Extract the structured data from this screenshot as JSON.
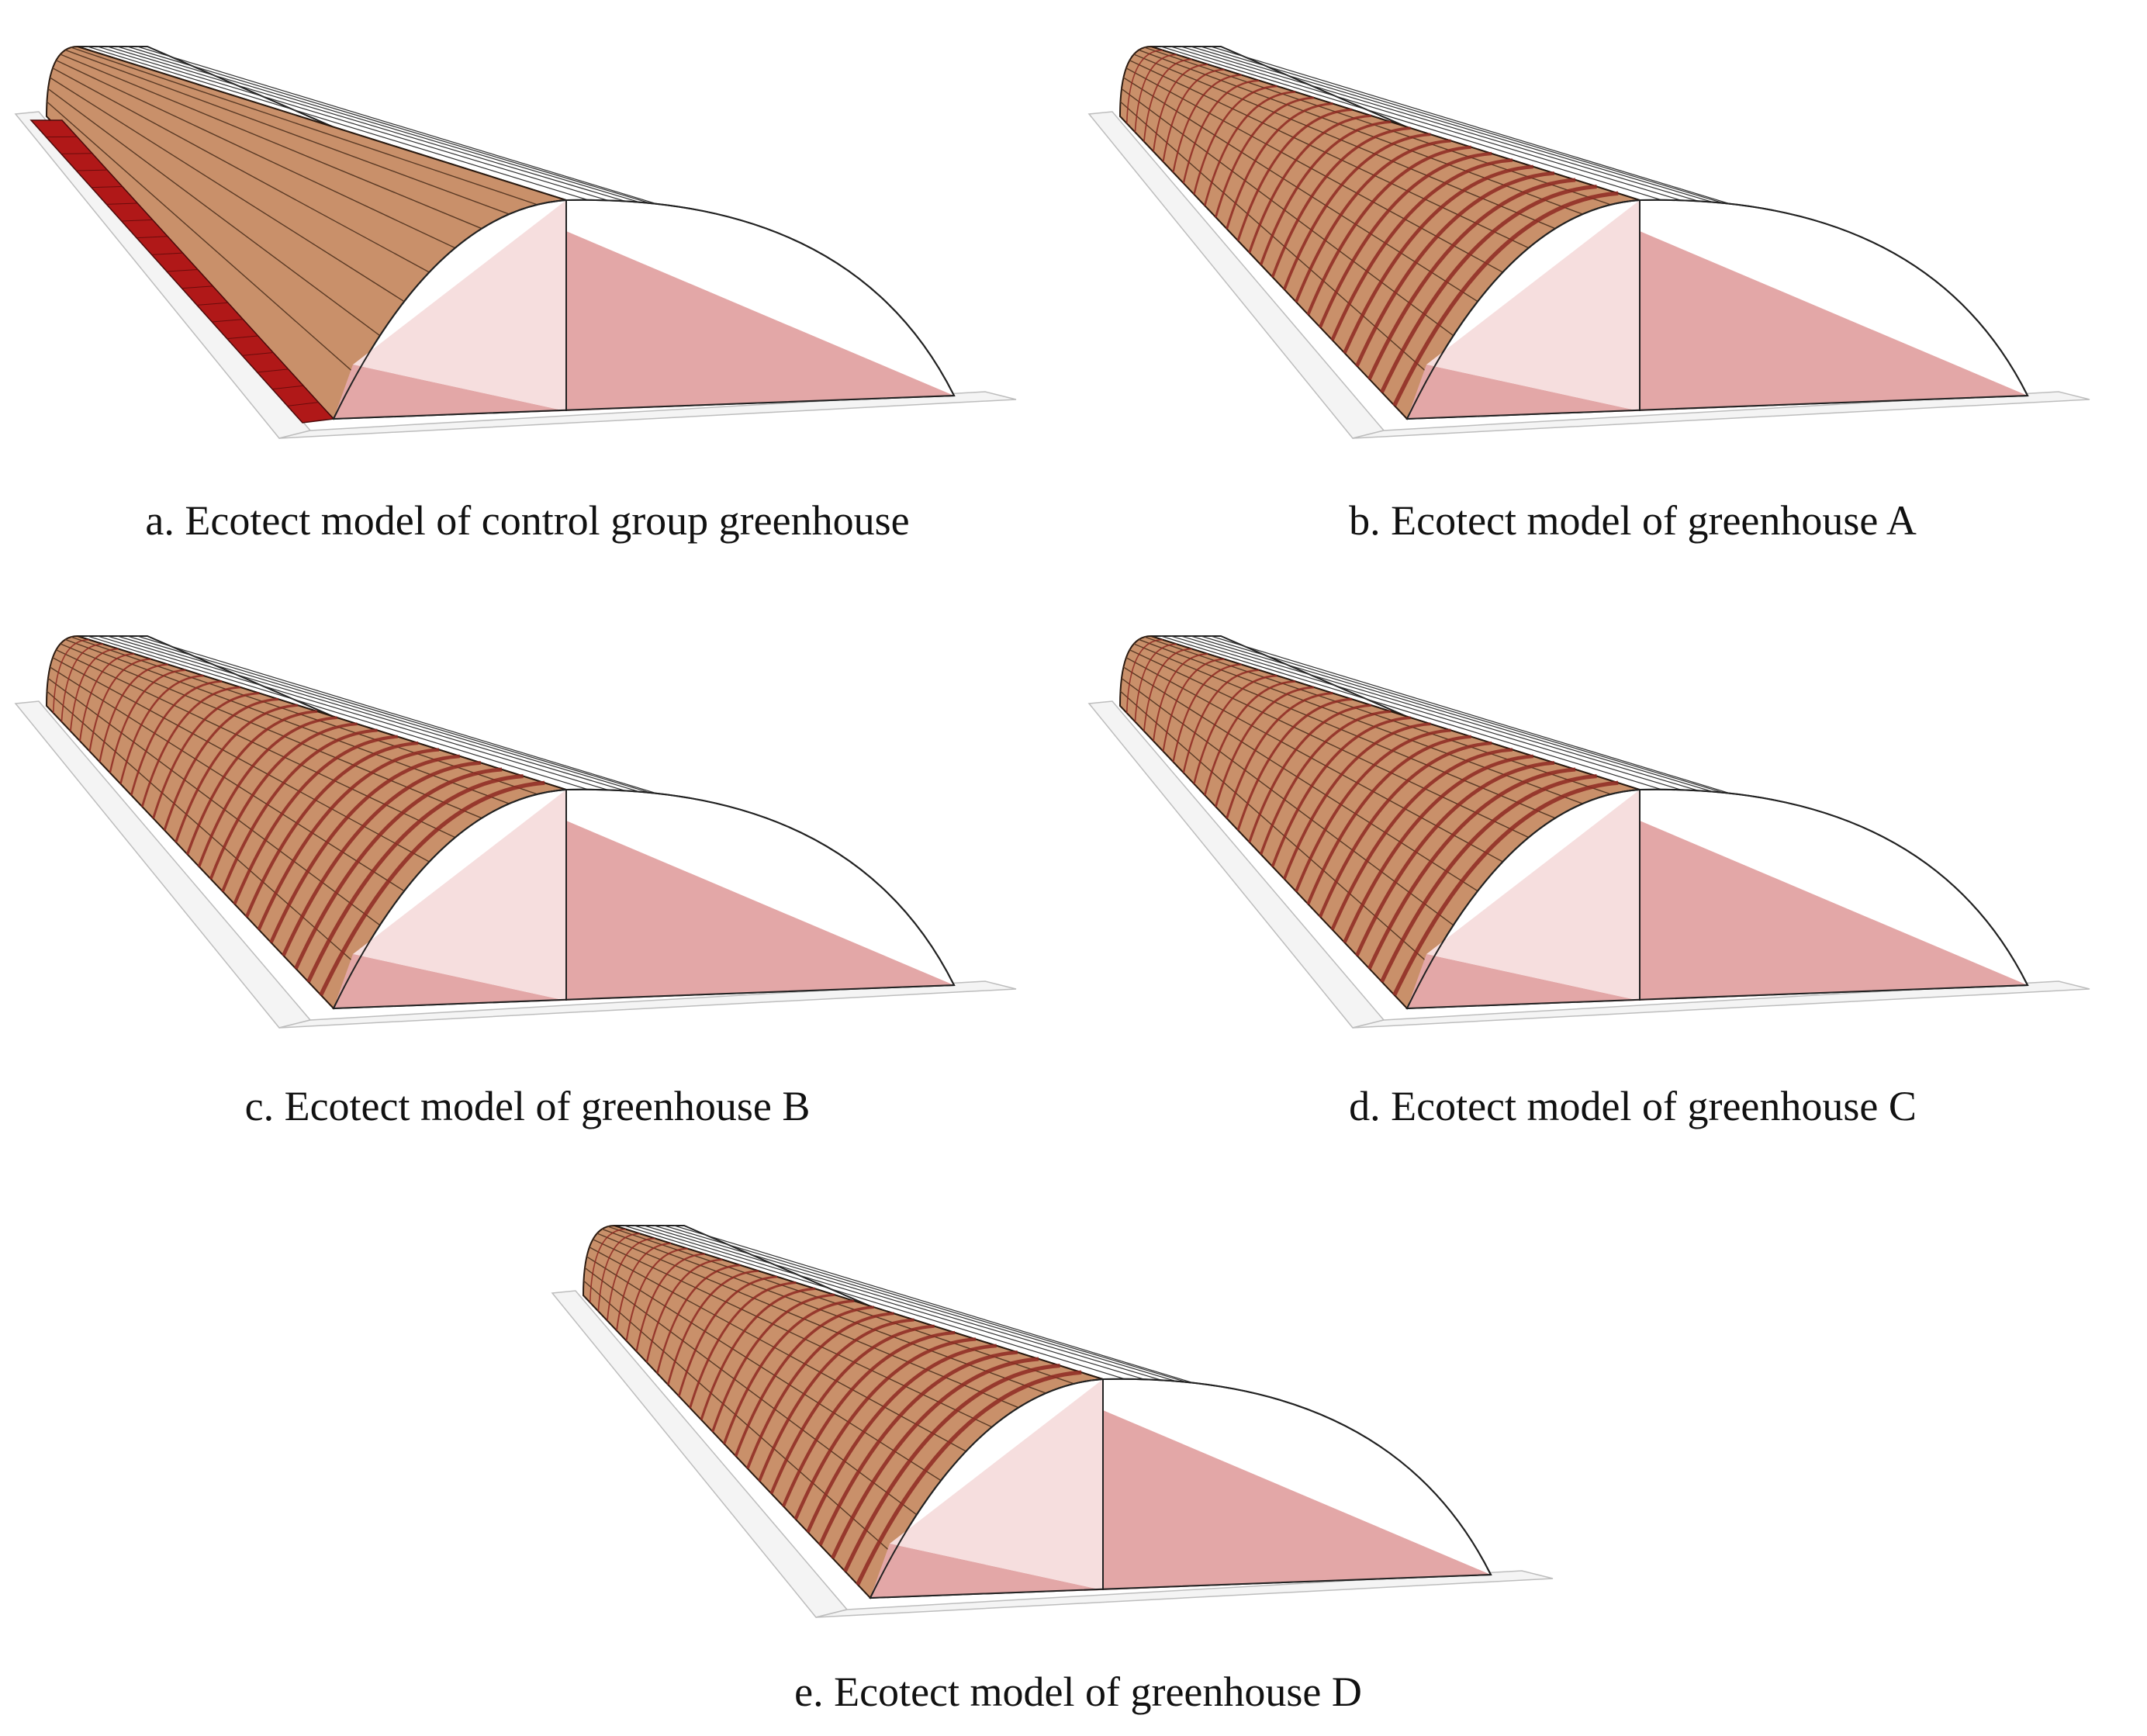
{
  "colors": {
    "roof_back": "#d09a74",
    "roof_front": "#c9906a",
    "grid_line": "#8e2a22",
    "end_wall": "#e3a7a7",
    "end_wall_light": "#f6dede",
    "floor_red": "#b01818",
    "ground": "#f4f4f4"
  },
  "panels": [
    {
      "id": "a",
      "caption": "a. Ecotect model of control group greenhouse",
      "variant": "control"
    },
    {
      "id": "b",
      "caption": "b. Ecotect model of greenhouse A",
      "variant": "grid"
    },
    {
      "id": "c",
      "caption": "c. Ecotect model of greenhouse B",
      "variant": "grid"
    },
    {
      "id": "d",
      "caption": "d. Ecotect model of greenhouse C",
      "variant": "grid"
    },
    {
      "id": "e",
      "caption": "e. Ecotect model of greenhouse D",
      "variant": "grid"
    }
  ]
}
